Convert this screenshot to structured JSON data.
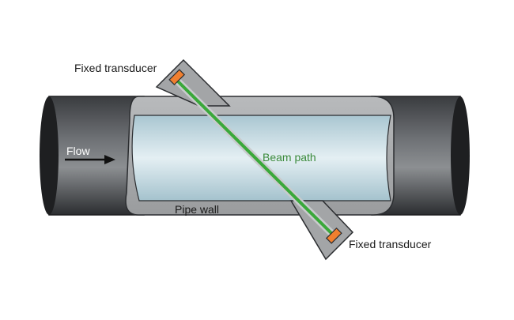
{
  "labels": {
    "transducer_top": "Fixed transducer",
    "transducer_bottom": "Fixed transducer",
    "flow": "Flow",
    "beam_path": "Beam path",
    "pipe_wall": "Pipe wall"
  },
  "colors": {
    "pipe_dark": "#2e3033",
    "pipe_light": "#8a8d90",
    "wall_gray": "#a8aaac",
    "fluid_light": "#d9e8ee",
    "fluid_mid": "#a9c6d1",
    "housing": "#a3a5a7",
    "transducer": "#f07f2f",
    "beam": "#3aa83a",
    "beam_label": "#3a8a3a",
    "text": "#1a1a1a"
  },
  "icons": {
    "flow_arrow": "right-arrow-icon"
  }
}
